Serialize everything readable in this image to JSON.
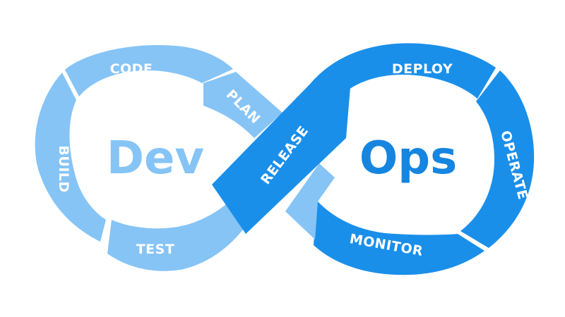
{
  "diagram": {
    "left_word": "Dev",
    "right_word": "Ops",
    "stages": {
      "plan": "PLAN",
      "code": "CODE",
      "build": "BUILD",
      "test": "TEST",
      "release": "RELEASE",
      "deploy": "DEPLOY",
      "operate": "OPERATE",
      "monitor": "MONITOR"
    },
    "colors": {
      "dev": "#86c4f6",
      "dev_text": "#86c4f6",
      "ops": "#1a8fea",
      "ops_text": "#1585e0",
      "gap": "#ffffff"
    }
  }
}
